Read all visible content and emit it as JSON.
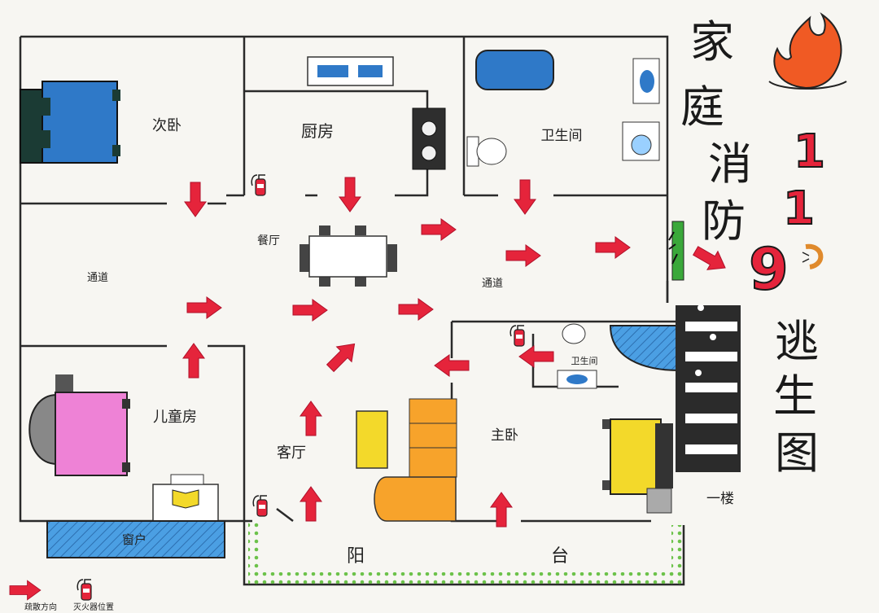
{
  "title_chars": [
    "家",
    "庭",
    "消",
    "防"
  ],
  "subtitle_chars": [
    "逃",
    "生",
    "图"
  ],
  "emergency_digits": [
    "1",
    "1",
    "9"
  ],
  "rooms": {
    "second_bedroom": "次卧",
    "kitchen": "厨房",
    "bathroom": "卫生间",
    "dining": "餐厅",
    "corridor_left": "通道",
    "corridor_right": "通道",
    "children_room": "儿童房",
    "living_room": "客厅",
    "master_bedroom": "主卧",
    "master_bath": "卫生间",
    "window": "窗户",
    "balcony_left": "阳",
    "balcony_right": "台",
    "floor_label": "一楼"
  },
  "legend": {
    "arrow_label": "疏散方向",
    "extinguisher_label": "灭火器位置"
  },
  "colors": {
    "arrow": "#e5243b",
    "wall": "#2a2a2a",
    "bed_blue": "#2f79c8",
    "bed_pink": "#ee82d6",
    "bed_yellow": "#f3d92a",
    "sofa_orange": "#f7a32b",
    "window_blue": "#4b9fe3",
    "balcony_green": "#6cc24a",
    "fire": "#f05a24"
  }
}
